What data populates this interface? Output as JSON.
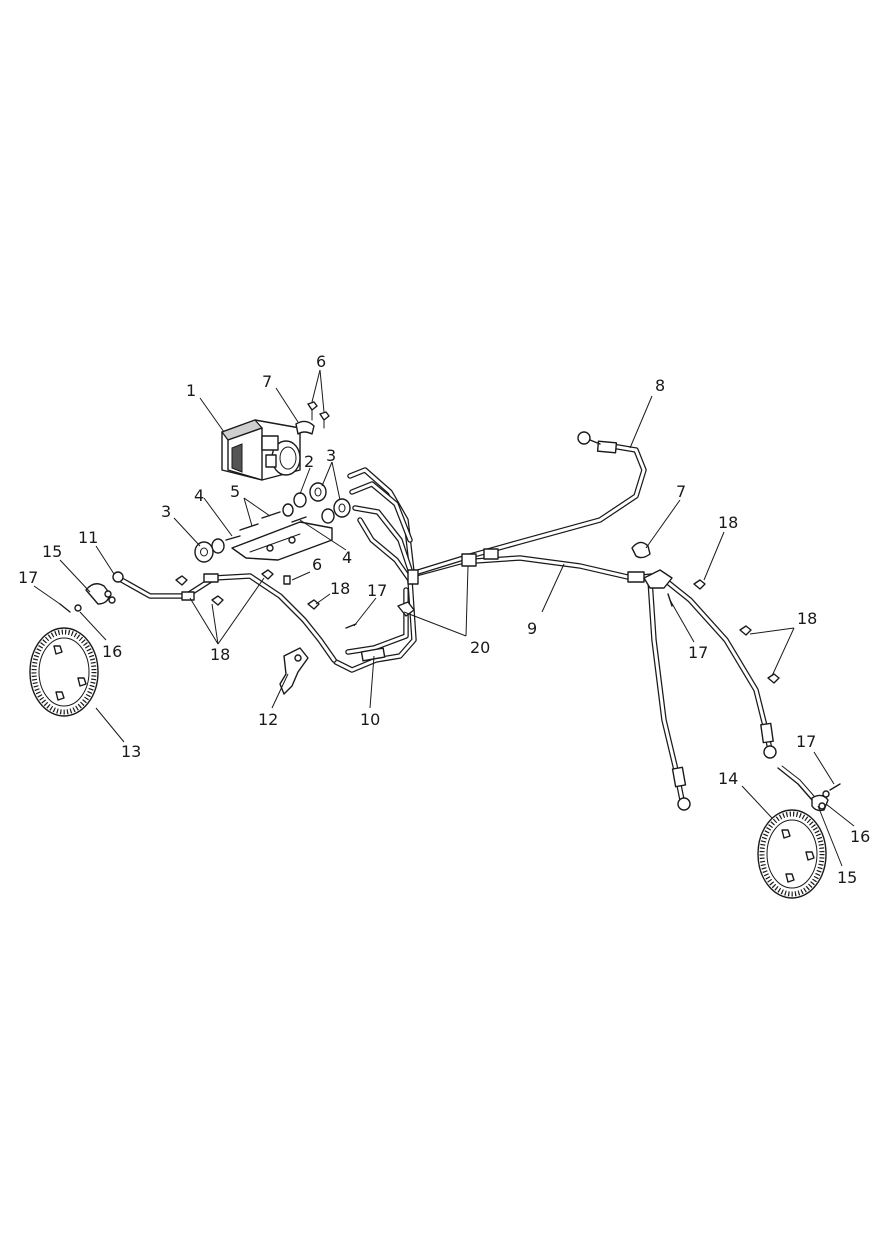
{
  "callouts": [
    {
      "key": "c1",
      "label": "1"
    },
    {
      "key": "c2",
      "label": "2"
    },
    {
      "key": "c3a",
      "label": "3"
    },
    {
      "key": "c3b",
      "label": "3"
    },
    {
      "key": "c4a",
      "label": "4"
    },
    {
      "key": "c4b",
      "label": "4"
    },
    {
      "key": "c5",
      "label": "5"
    },
    {
      "key": "c6a",
      "label": "6"
    },
    {
      "key": "c6b",
      "label": "6"
    },
    {
      "key": "c7a",
      "label": "7"
    },
    {
      "key": "c7b",
      "label": "7"
    },
    {
      "key": "c8",
      "label": "8"
    },
    {
      "key": "c9",
      "label": "9"
    },
    {
      "key": "c10",
      "label": "10"
    },
    {
      "key": "c11",
      "label": "11"
    },
    {
      "key": "c12",
      "label": "12"
    },
    {
      "key": "c13",
      "label": "13"
    },
    {
      "key": "c14",
      "label": "14"
    },
    {
      "key": "c15a",
      "label": "15"
    },
    {
      "key": "c15b",
      "label": "15"
    },
    {
      "key": "c16a",
      "label": "16"
    },
    {
      "key": "c16b",
      "label": "16"
    },
    {
      "key": "c17a",
      "label": "17"
    },
    {
      "key": "c17b",
      "label": "17"
    },
    {
      "key": "c17c",
      "label": "17"
    },
    {
      "key": "c17d",
      "label": "17"
    },
    {
      "key": "c18a",
      "label": "18"
    },
    {
      "key": "c18b",
      "label": "18"
    },
    {
      "key": "c18c",
      "label": "18"
    },
    {
      "key": "c18d",
      "label": "18"
    },
    {
      "key": "c20",
      "label": "20"
    }
  ]
}
